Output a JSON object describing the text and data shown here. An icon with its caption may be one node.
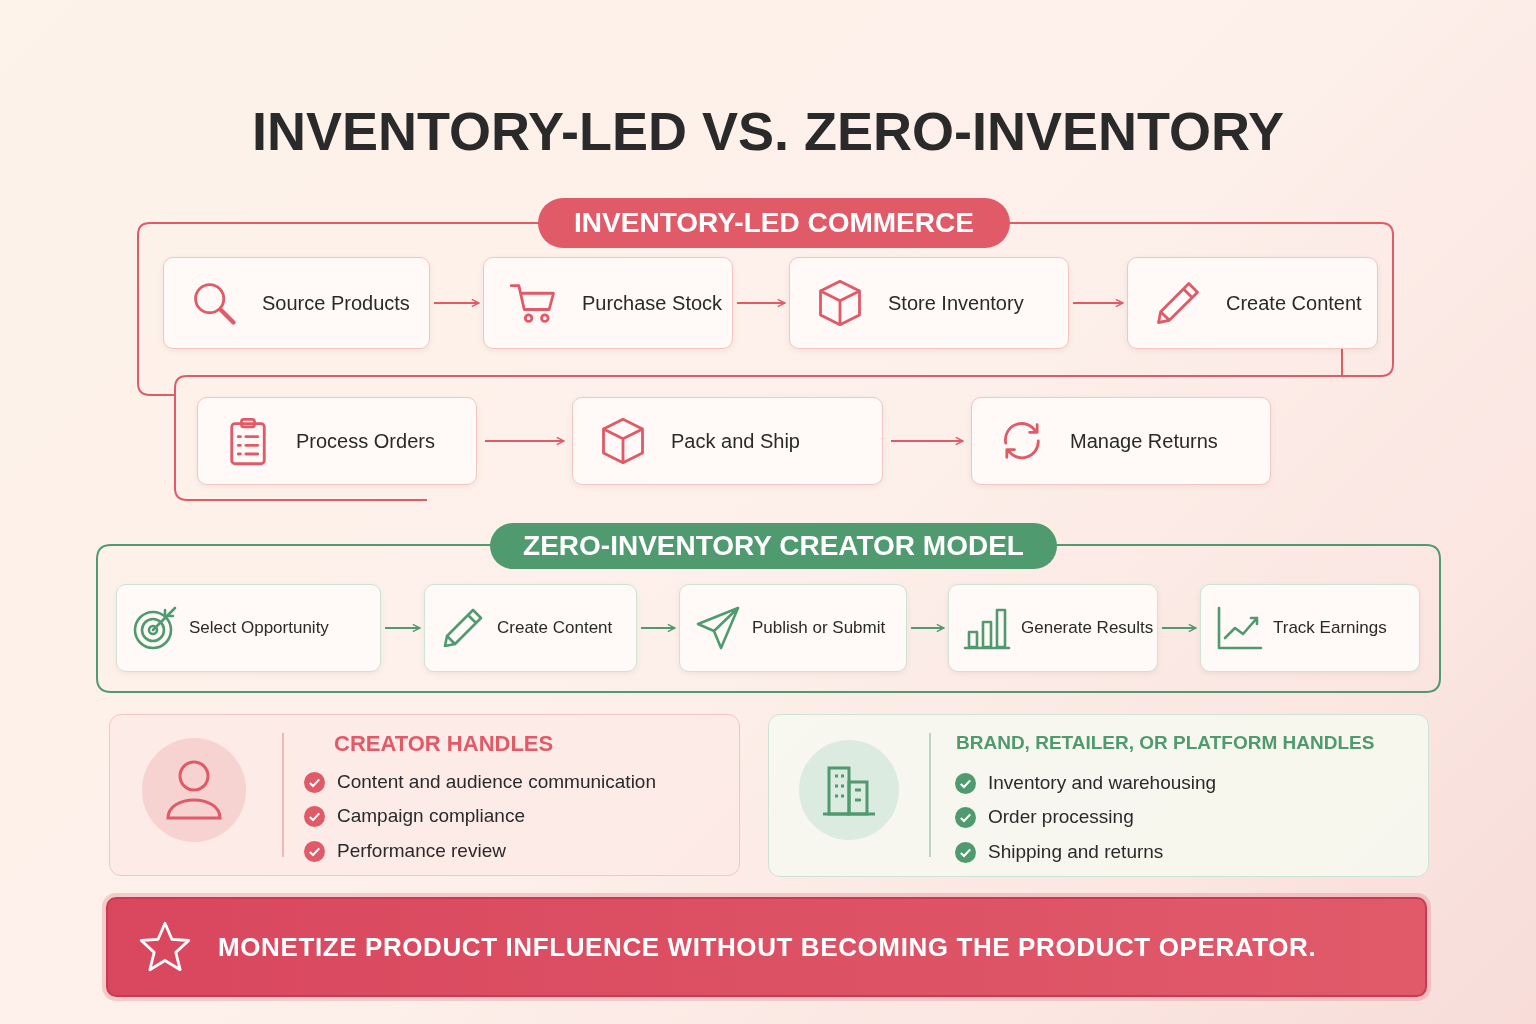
{
  "diagram": {
    "title": "INVENTORY-LED VS. ZERO-INVENTORY",
    "nodes": [
      {
        "text": [
          "INVENTORY-LED COMMERCE"
        ]
      },
      {
        "text": [
          "Source Products"
        ],
        "in": 0
      },
      {
        "text": [
          "Purchase Stock"
        ],
        "in": 0
      },
      {
        "text": [
          "Store Inventory"
        ],
        "in": 0
      },
      {
        "text": [
          "Create Content"
        ],
        "in": 0
      },
      {
        "text": [
          "Process Orders"
        ],
        "in": 0
      },
      {
        "text": [
          "Pack and Ship"
        ],
        "in": 0
      },
      {
        "text": [
          "Manage Returns"
        ],
        "in": 0
      },
      {
        "text": [
          "ZERO-INVENTORY CREATOR MODEL"
        ]
      },
      {
        "text": [
          "Select Opportunity"
        ],
        "in": 8
      },
      {
        "text": [
          "Create Content"
        ],
        "in": 8
      },
      {
        "text": [
          "Publish or Submit"
        ],
        "in": 8
      },
      {
        "text": [
          "Generate Results"
        ],
        "in": 8
      },
      {
        "text": [
          "Track Earnings"
        ],
        "in": 8
      },
      {
        "text": [
          "CREATOR HANDLES",
          "Content and audience communication",
          "Campaign compliance",
          "Performance review"
        ]
      },
      {
        "text": [
          "BRAND, RETAILER, OR PLATFORM HANDLES",
          "Inventory and warehousing",
          "Order processing",
          "Shipping and returns"
        ]
      },
      {
        "text": [
          "MONETIZE PRODUCT INFLUENCE WITHOUT BECOMING THE PRODUCT OPERATOR."
        ]
      }
    ],
    "edges": [
      {
        "from": 1,
        "to": 2,
        "arrow": "to"
      },
      {
        "from": 2,
        "to": 3,
        "arrow": "to"
      },
      {
        "from": 3,
        "to": 4,
        "arrow": "to"
      },
      {
        "from": 5,
        "to": 6,
        "arrow": "to"
      },
      {
        "from": 6,
        "to": 7,
        "arrow": "to"
      },
      {
        "from": 9,
        "to": 10,
        "arrow": "to",
        "color": "#4f9a6e"
      },
      {
        "from": 10,
        "to": 11,
        "arrow": "to",
        "color": "#4f9a6e"
      },
      {
        "from": 11,
        "to": 12,
        "arrow": "to",
        "color": "#4f9a6e"
      },
      {
        "from": 12,
        "to": 13,
        "arrow": "to",
        "color": "#4f9a6e"
      }
    ]
  }
}
